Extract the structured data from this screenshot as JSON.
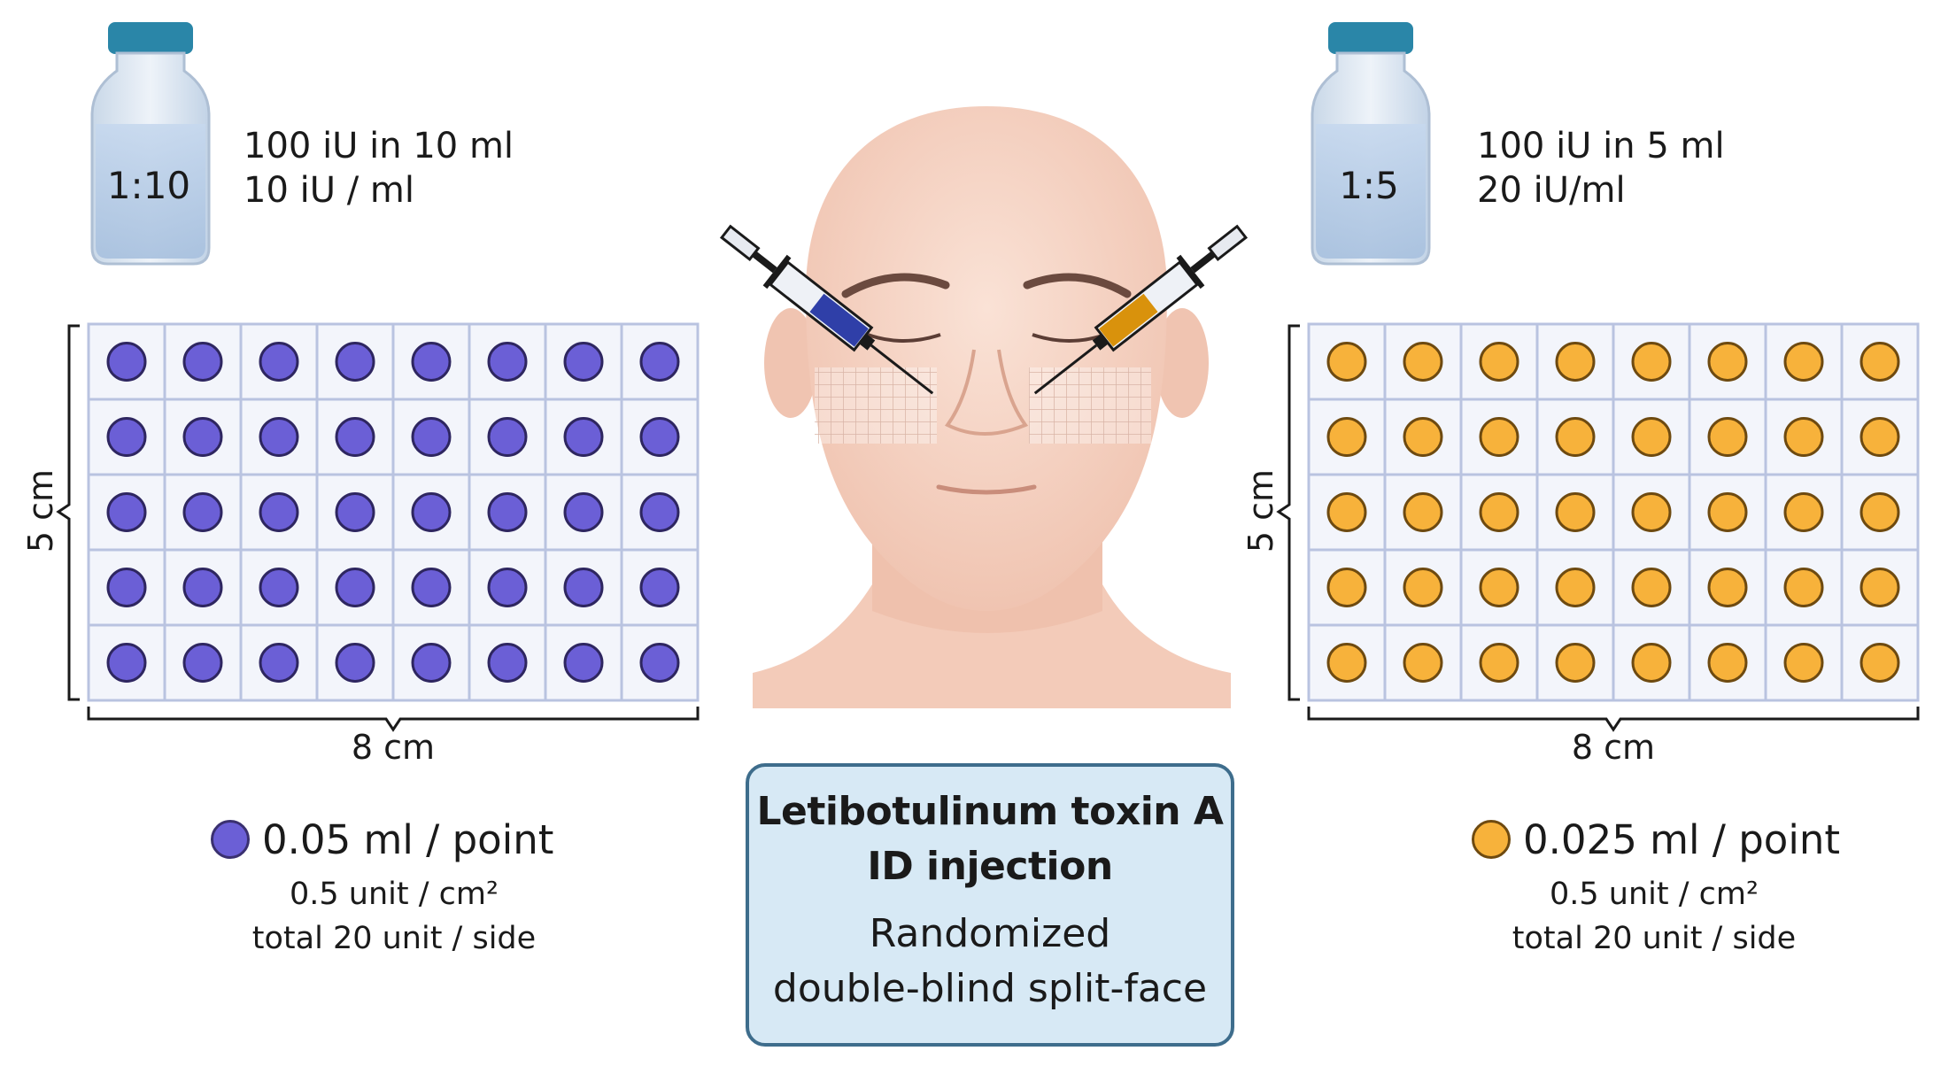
{
  "left": {
    "vial_label": "1:10",
    "concentration_line1": "100 iU in 10 ml",
    "concentration_line2": "10 iU / ml",
    "height_label": "5 cm",
    "width_label": "8 cm",
    "dose_volume": "0.05 ml / point",
    "dose_density": "0.5 unit / cm²",
    "dose_total": "total 20 unit / side",
    "dot_color": "#6b5fd6",
    "dot_stroke": "#2e2660"
  },
  "right": {
    "vial_label": "1:5",
    "concentration_line1": "100 iU in 5 ml",
    "concentration_line2": "20 iU/ml",
    "height_label": "5 cm",
    "width_label": "8 cm",
    "dose_volume": "0.025 ml / point",
    "dose_density": "0.5 unit / cm²",
    "dose_total": "total 20 unit / side",
    "dot_color": "#f7b23b",
    "dot_stroke": "#6e4a10"
  },
  "grid": {
    "rows": 5,
    "cols": 8
  },
  "center": {
    "title_line1": "Letibotulinum toxin A",
    "title_line2": "ID injection",
    "subtitle_line1": "Randomized",
    "subtitle_line2": "double-blind split-face"
  },
  "colors": {
    "vial_cap": "#2a86a8",
    "vial_liquid": "#b9cfe8",
    "grid_cell": "#f3f5fb",
    "grid_line": "#b9c3e0",
    "skin": "#f6d3c3",
    "skin_shadow": "#e8b6a2",
    "syringe_left_fill": "#2f3fa8",
    "syringe_right_fill": "#d9920c",
    "box_fill": "#d7e9f5",
    "box_border": "#3e6d8c"
  }
}
